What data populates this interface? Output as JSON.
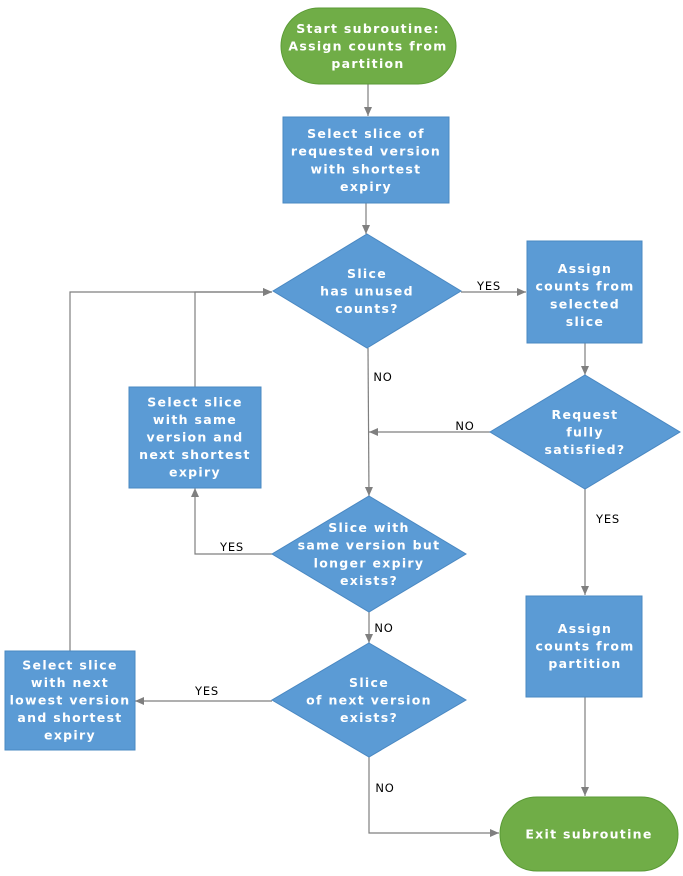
{
  "colors": {
    "terminal_fill": "#70ad47",
    "terminal_stroke": "#5a9a35",
    "process_fill": "#5b9bd5",
    "process_stroke": "#4a88c2",
    "decision_fill": "#5b9bd5",
    "decision_stroke": "#4a88c2",
    "connector": "#7f7f7f",
    "label_text": "#ffffff",
    "edge_label_text": "#000000"
  },
  "nodes": {
    "start": {
      "shape": "terminal",
      "lines": [
        "Start subroutine:",
        "Assign counts from",
        "partition"
      ]
    },
    "select_requested": {
      "shape": "process",
      "lines": [
        "Select slice of",
        "requested version",
        "with shortest",
        "expiry"
      ]
    },
    "has_unused": {
      "shape": "decision",
      "lines": [
        "Slice",
        "has unused",
        "counts?"
      ]
    },
    "assign_selected": {
      "shape": "process",
      "lines": [
        "Assign",
        "counts from",
        "selected",
        "slice"
      ]
    },
    "request_satisfied": {
      "shape": "decision",
      "lines": [
        "Request",
        "fully",
        "satisfied?"
      ]
    },
    "select_same_version": {
      "shape": "process",
      "lines": [
        "Select slice",
        "with same",
        "version and",
        "next shortest",
        "expiry"
      ]
    },
    "longer_expiry_exists": {
      "shape": "decision",
      "lines": [
        "Slice with",
        "same version but",
        "longer expiry",
        "exists?"
      ]
    },
    "assign_partition": {
      "shape": "process",
      "lines": [
        "Assign",
        "counts from",
        "partition"
      ]
    },
    "next_version_exists": {
      "shape": "decision",
      "lines": [
        "Slice",
        "of next version",
        "exists?"
      ]
    },
    "select_next_lowest": {
      "shape": "process",
      "lines": [
        "Select slice",
        "with next",
        "lowest version",
        "and shortest",
        "expiry"
      ]
    },
    "exit": {
      "shape": "terminal",
      "lines": [
        "Exit subroutine"
      ]
    }
  },
  "edges": [
    {
      "id": "start-to-select-requested",
      "from": "start",
      "to": "select_requested",
      "label": ""
    },
    {
      "id": "select-requested-to-has-unused",
      "from": "select_requested",
      "to": "has_unused",
      "label": ""
    },
    {
      "id": "has-unused-yes",
      "from": "has_unused",
      "to": "assign_selected",
      "label": "YES"
    },
    {
      "id": "has-unused-no",
      "from": "has_unused",
      "to": "longer_expiry_exists",
      "label": "NO"
    },
    {
      "id": "assign-selected-to-request-satisfied",
      "from": "assign_selected",
      "to": "request_satisfied",
      "label": ""
    },
    {
      "id": "request-satisfied-no",
      "from": "request_satisfied",
      "to": "longer_expiry_exists",
      "label": "NO"
    },
    {
      "id": "request-satisfied-yes",
      "from": "request_satisfied",
      "to": "assign_partition",
      "label": "YES"
    },
    {
      "id": "longer-expiry-yes",
      "from": "longer_expiry_exists",
      "to": "select_same_version",
      "label": "YES"
    },
    {
      "id": "select-same-version-loop",
      "from": "select_same_version",
      "to": "has_unused",
      "label": ""
    },
    {
      "id": "longer-expiry-no",
      "from": "longer_expiry_exists",
      "to": "next_version_exists",
      "label": "NO"
    },
    {
      "id": "next-version-yes",
      "from": "next_version_exists",
      "to": "select_next_lowest",
      "label": "YES"
    },
    {
      "id": "select-next-lowest-loop",
      "from": "select_next_lowest",
      "to": "has_unused",
      "label": ""
    },
    {
      "id": "next-version-no",
      "from": "next_version_exists",
      "to": "exit",
      "label": "NO"
    },
    {
      "id": "assign-partition-to-exit",
      "from": "assign_partition",
      "to": "exit",
      "label": ""
    }
  ]
}
